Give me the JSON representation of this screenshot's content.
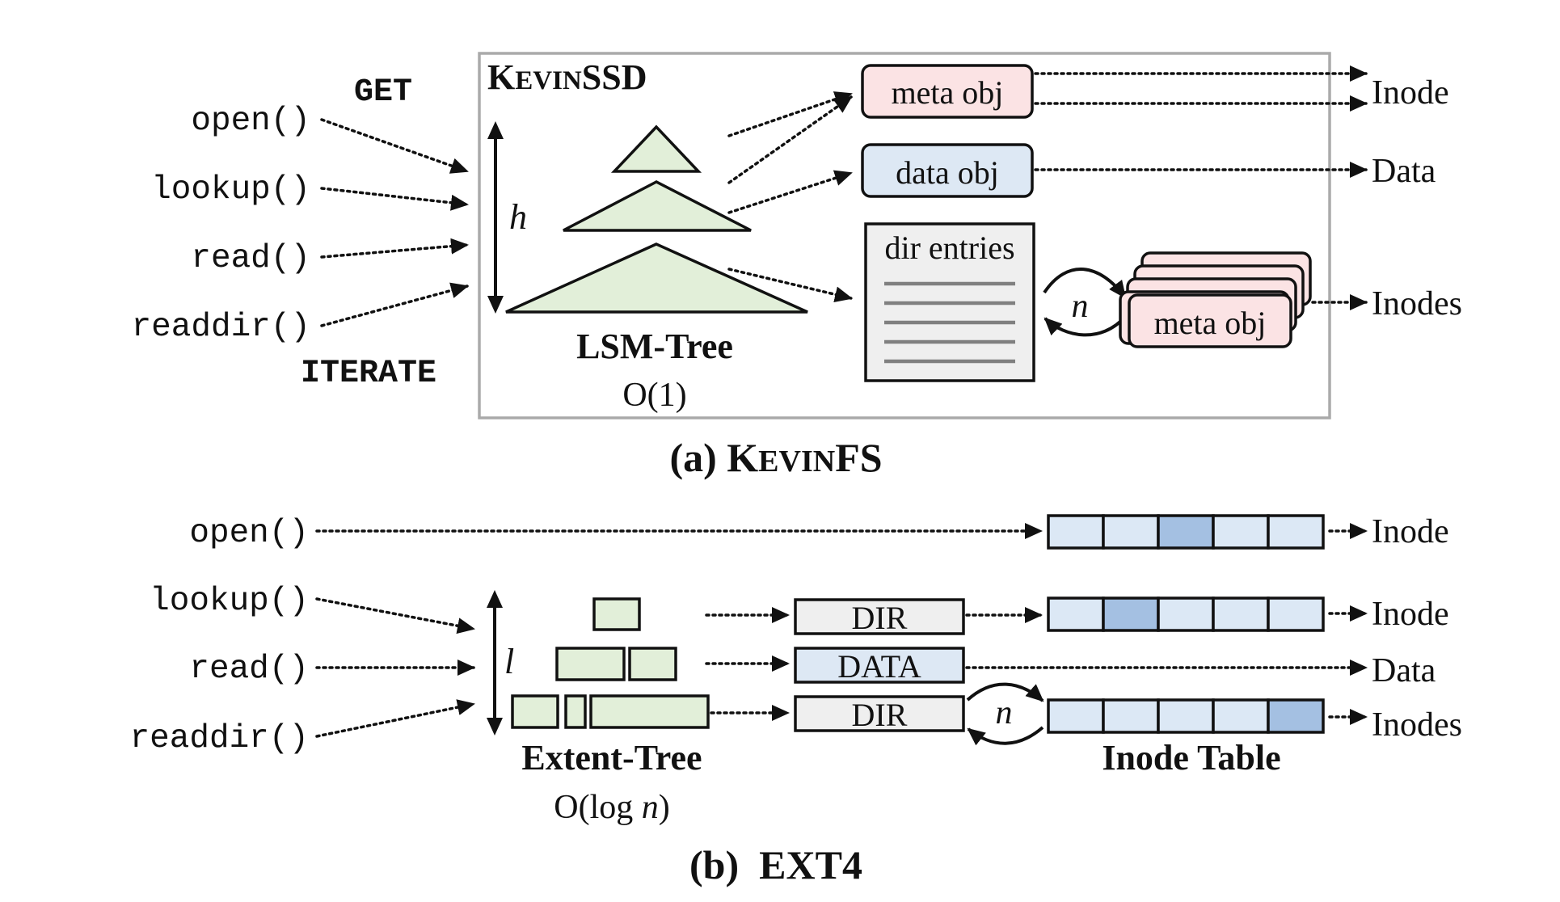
{
  "colors": {
    "tree_green": "#e2efd9",
    "meta_pink": "#fbe3e4",
    "data_blue": "#dde8f4",
    "dir_gray": "#efefef",
    "inode_light": "#dce8f5",
    "inode_dark": "#a4c0e2",
    "frame_gray": "#aaaaaa"
  },
  "part_a": {
    "get_label": "GET",
    "iterate_label": "ITERATE",
    "calls": [
      "open()",
      "lookup()",
      "read()",
      "readdir()"
    ],
    "kevinssd_title": "KEVINSSD",
    "height_label": "h",
    "lsm_title": "LSM-Tree",
    "lsm_complexity": "O(1)",
    "meta_obj": "meta obj",
    "data_obj": "data obj",
    "dir_entries": "dir entries",
    "n_label": "n",
    "meta_obj_stack": "meta obj",
    "out_inode": "Inode",
    "out_data": "Data",
    "out_inodes": "Inodes",
    "caption": "(a)  KEVINFS"
  },
  "part_b": {
    "calls": [
      "open()",
      "lookup()",
      "read()",
      "readdir()"
    ],
    "height_label": "l",
    "extent_title": "Extent-Tree",
    "extent_complexity_prefix": "O(log ",
    "extent_complexity_var": "n",
    "extent_complexity_suffix": ")",
    "dir_label": "DIR",
    "data_label": "DATA",
    "dir2_label": "DIR",
    "n_label": "n",
    "inode_table_title": "Inode Table",
    "out_inode_1": "Inode",
    "out_inode_2": "Inode",
    "out_data": "Data",
    "out_inodes": "Inodes",
    "caption": "(b)  EXT4",
    "inode_rows": [
      {
        "highlight_index": 2
      },
      {
        "highlight_index": 1
      },
      {
        "highlight_index": 4
      }
    ]
  }
}
